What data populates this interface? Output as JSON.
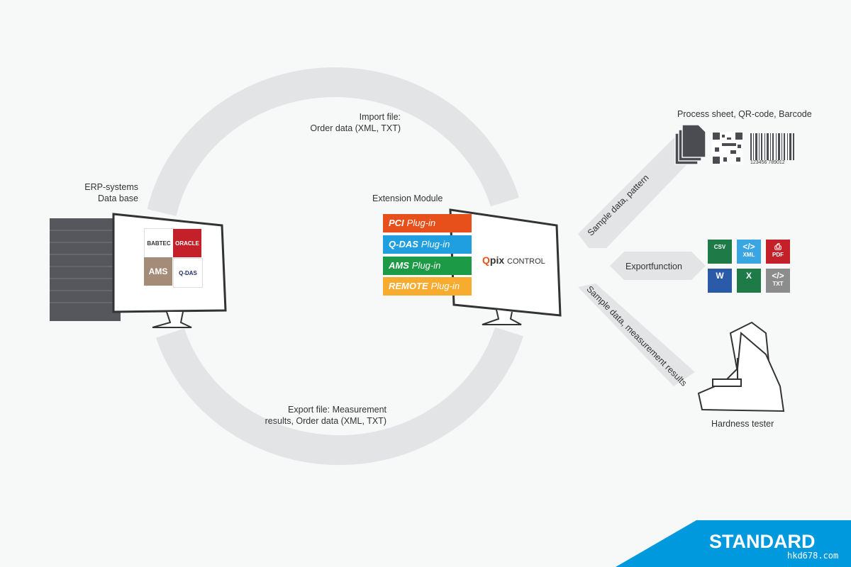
{
  "labels": {
    "import": [
      "Import file:",
      "Order data (XML, TXT)"
    ],
    "export": [
      "Export file: Measurement",
      "results, Order data (XML, TXT)"
    ],
    "erp": [
      "ERP-systems",
      "Data base"
    ],
    "extension_module": "Extension Module",
    "process_sheet": "Process sheet, QR-code, Barcode",
    "sample_pattern": "Sample data, pattern",
    "exportfunction": "Exportfunction",
    "sample_measurement": "Sample data, measurement results",
    "hardness_tester": "Hardness tester",
    "barcode_number": "123456 789012"
  },
  "erp_logos": [
    {
      "name": "BABTEC",
      "color": "#ffffff"
    },
    {
      "name": "ORACLE",
      "color": "#c4202a"
    },
    {
      "name": "AMS",
      "color": "#a58c79"
    },
    {
      "name": "Q-DAS",
      "color": "#ffffff"
    }
  ],
  "plugins": [
    {
      "brand": "PCI",
      "suffix": "Plug-in",
      "color": "#e8501b"
    },
    {
      "brand": "Q-DAS",
      "suffix": "Plug-in",
      "color": "#1f9ee0"
    },
    {
      "brand": "AMS",
      "suffix": "Plug-in",
      "color": "#1d9a45"
    },
    {
      "brand": "REMOTE",
      "suffix": "Plug-in",
      "color": "#f7ac2f"
    }
  ],
  "app_logo": {
    "q": "Q",
    "pix": "pix",
    "control": "CONTROL"
  },
  "export_formats": [
    {
      "label": "CSV",
      "color": "#1e7a46"
    },
    {
      "label": "XML",
      "color": "#3aa5e3"
    },
    {
      "label": "PDF",
      "color": "#c4202a"
    },
    {
      "label": "W",
      "color": "#2b5ba8"
    },
    {
      "label": "X",
      "color": "#1e7a46"
    },
    {
      "label": "TXT",
      "color": "#8c8c8c"
    }
  ],
  "badge": {
    "text": "STANDARD",
    "color": "#0099dd"
  },
  "watermark": "hkd678.com"
}
